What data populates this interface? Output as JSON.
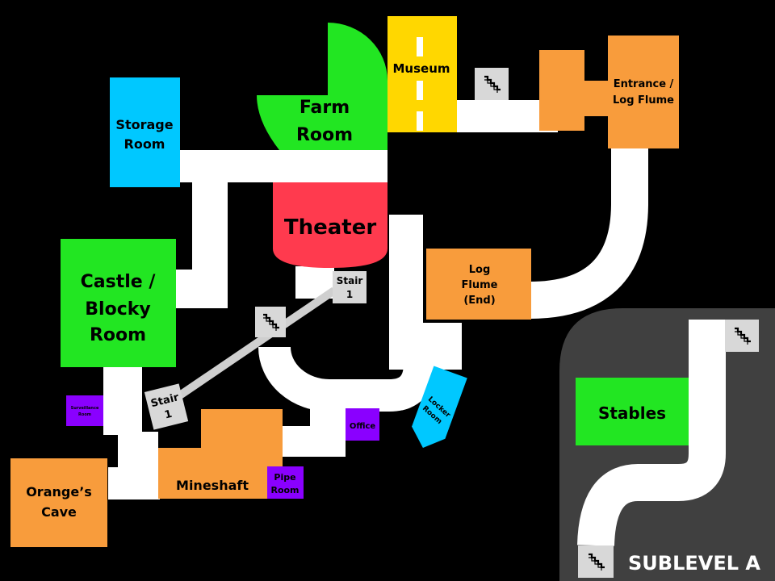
{
  "colors": {
    "background": "#000000",
    "corridor": "#ffffff",
    "orange": "#f89c3c",
    "green": "#22e622",
    "blue": "#00c8ff",
    "yellow": "#ffd700",
    "red": "#ff3a4e",
    "purple": "#8a00ff",
    "stair": "#d8d8d8",
    "sublevel_panel": "#404040"
  },
  "rooms": {
    "farm_room": [
      "Farm",
      "Room"
    ],
    "museum": "Museum",
    "entrance": [
      "Entrance /",
      "Log Flume"
    ],
    "storage_room": [
      "Storage",
      "Room"
    ],
    "theater": "Theater",
    "castle": [
      "Castle /",
      "Blocky",
      "Room"
    ],
    "log_flume_end": [
      "Log",
      "Flume",
      "(End)"
    ],
    "stair_1_upper": [
      "Stair",
      "1"
    ],
    "stair_1_lower": [
      "Stair",
      "1"
    ],
    "surveillance_room": [
      "Surveillance",
      "Room"
    ],
    "office": "Office",
    "locker_room": [
      "Locker",
      "Room"
    ],
    "mineshaft": "Mineshaft",
    "pipe_room": [
      "Pipe",
      "Room"
    ],
    "oranges_cave": [
      "Orange’s",
      "Cave"
    ],
    "stables": "Stables"
  },
  "sublevel": {
    "title": "SUBLEVEL A"
  },
  "icons": {
    "stairs": "stairs-icon"
  }
}
